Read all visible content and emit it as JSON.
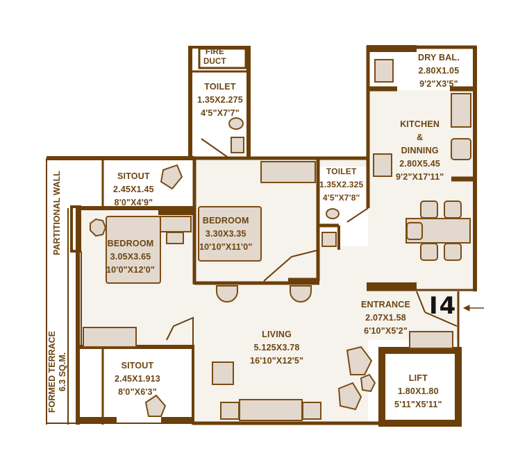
{
  "plan": {
    "flat_number": "I4",
    "colors": {
      "wall": "#6b3f0a",
      "floor": "#f6f2ec",
      "furniture": "#e2d8cd",
      "text": "#6b4512"
    },
    "rooms": {
      "fire_duct": {
        "name_line1": "FIRE",
        "name_line2": "DUCT"
      },
      "toilet1": {
        "name": "TOILET",
        "metric": "1.35X2.275",
        "imperial": "4'5\"X7'7\""
      },
      "dry_balcony": {
        "name": "DRY BAL.",
        "metric": "2.80X1.05",
        "imperial": "9'2\"X3'5\""
      },
      "kitchen": {
        "name_line1": "KITCHEN",
        "name_line2": "&",
        "name_line3": "DINNING",
        "metric": "2.80X5.45",
        "imperial": "9'2\"X17'11\""
      },
      "sitout1": {
        "name": "SITOUT",
        "metric": "2.45X1.45",
        "imperial": "8'0\"X4'9\""
      },
      "toilet2": {
        "name": "TOILET",
        "metric": "1.35X2.325",
        "imperial": "4'5\"X7'8\""
      },
      "bedroom2": {
        "name": "BEDROOM",
        "metric": "3.30X3.35",
        "imperial": "10'10\"X11'0\""
      },
      "bedroom1": {
        "name": "BEDROOM",
        "metric": "3.05X3.65",
        "imperial": "10'0\"X12'0\""
      },
      "entrance": {
        "name": "ENTRANCE",
        "metric": "2.07X1.58",
        "imperial": "6'10\"X5'2\""
      },
      "living": {
        "name": "LIVING",
        "metric": "5.125X3.78",
        "imperial": "16'10\"X12'5\""
      },
      "sitout2": {
        "name": "SITOUT",
        "metric": "2.45X1.913",
        "imperial": "8'0\"X6'3\""
      },
      "lift": {
        "name": "LIFT",
        "metric": "1.80X1.80",
        "imperial": "5'11\"X5'11\""
      }
    },
    "side_labels": {
      "partitional_wall": "PARTITIONAL WALL",
      "formed_terrace_line1": "FORMED TERRACE",
      "formed_terrace_line2": "6.3 SQ.M."
    }
  }
}
